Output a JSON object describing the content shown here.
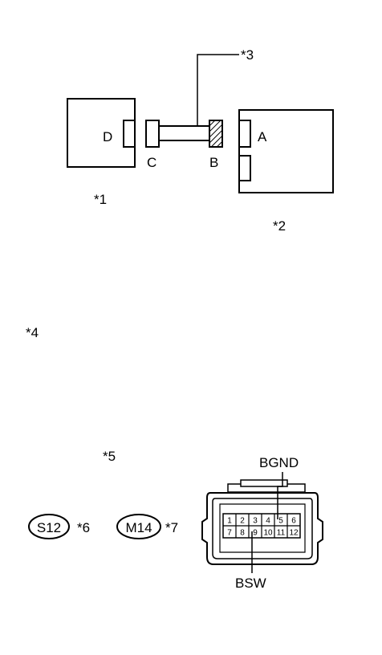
{
  "top_diagram": {
    "label_d": "D",
    "label_c": "C",
    "label_b": "B",
    "label_a": "A",
    "ref_1": "*1",
    "ref_2": "*2",
    "ref_3": "*3"
  },
  "middle": {
    "ref_4": "*4",
    "ref_5": "*5"
  },
  "connector_view": {
    "badge_s12": "S12",
    "ref_6": "*6",
    "badge_m14": "M14",
    "ref_7": "*7",
    "label_bgnd": "BGND",
    "label_bsw": "BSW",
    "pins_top": [
      "1",
      "2",
      "3",
      "4",
      "5",
      "6"
    ],
    "pins_bottom": [
      "7",
      "8",
      "9",
      "10",
      "11",
      "12"
    ]
  }
}
